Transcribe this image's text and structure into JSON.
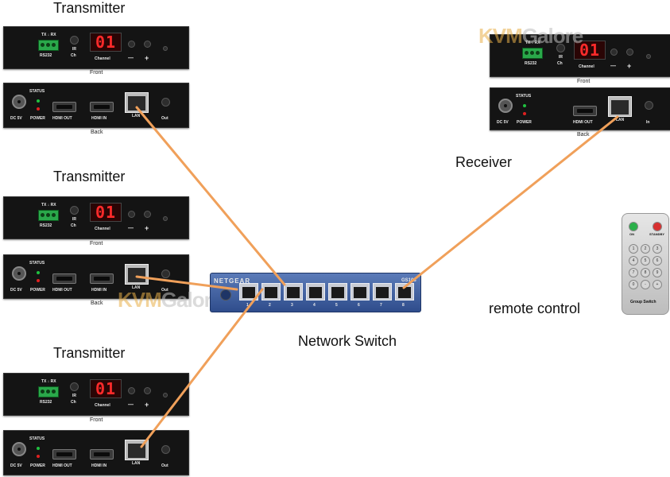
{
  "headings": {
    "transmitter_1": "Transmitter",
    "transmitter_2": "Transmitter",
    "transmitter_3": "Transmitter",
    "receiver": "Receiver",
    "network_switch": "Network Switch",
    "remote_control": "remote control"
  },
  "device": {
    "tx_rx": "TX ↓ RX",
    "rs232": "RS232",
    "ir": "IR",
    "ch": "Ch",
    "channel": "Channel",
    "display": "01",
    "minus": "—",
    "plus": "+",
    "front": "Front",
    "back": "Back",
    "status": "STATUS",
    "power": "POWER",
    "dc5v": "DC 5V",
    "hdmi_out": "HDMI OUT",
    "hdmi_in": "HDMI IN",
    "lan": "LAN",
    "ir_out": "Out",
    "ir_in": "In"
  },
  "switch": {
    "brand": "NETGEAR",
    "model": "GS108",
    "port_numbers": [
      "1",
      "2",
      "3",
      "4",
      "5",
      "6",
      "7",
      "8"
    ]
  },
  "remote": {
    "label": "Group Switch",
    "key_on": "ON",
    "key_off": "STANDBY",
    "keys": [
      "1",
      "2",
      "3",
      "4",
      "5",
      "6",
      "7",
      "8",
      "9",
      "0",
      "-",
      "+"
    ]
  },
  "watermark": {
    "text_a": "KVM",
    "text_b": "Galore"
  },
  "colors": {
    "cable": "#f0a05a",
    "switch_blue": "#3a5a9c",
    "led_green": "#20c040",
    "led_red": "#e02020",
    "display_red": "#ff2a2a"
  }
}
